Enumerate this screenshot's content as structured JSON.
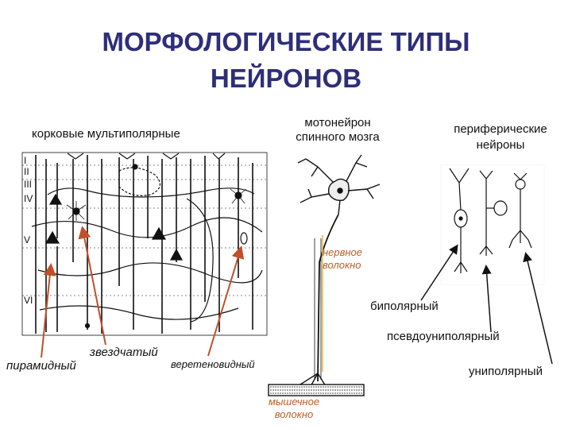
{
  "title_line1": "МОРФОЛОГИЧЕСКИЕ ТИПЫ",
  "title_line2": "НЕЙРОНОВ",
  "labels": {
    "cortical": "корковые мультиполярные",
    "motoneuron_line1": "мотонейрон",
    "motoneuron_line2": "спинного мозга",
    "peripheral_line1": "периферические",
    "peripheral_line2": "нейроны",
    "nerve_fiber_line1": "нервное",
    "nerve_fiber_line2": "волокно",
    "bipolar": "биполярный",
    "pseudounipolar": "псевдоуниполярный",
    "stellate": "звездчатый",
    "pyramidal": "пирамидный",
    "fusiform": "веретеновидный",
    "unipolar": "униполярный",
    "muscle_fiber_line1": "мышечное",
    "muscle_fiber_line2": "волокно"
  },
  "cortex_layers": [
    "I",
    "II",
    "III",
    "IV",
    "V",
    "VI"
  ],
  "colors": {
    "title": "#2e2e7a",
    "arrow_orange": "#c0502a",
    "nerve_fiber_line": "#e8b84a",
    "ink": "#111111"
  }
}
